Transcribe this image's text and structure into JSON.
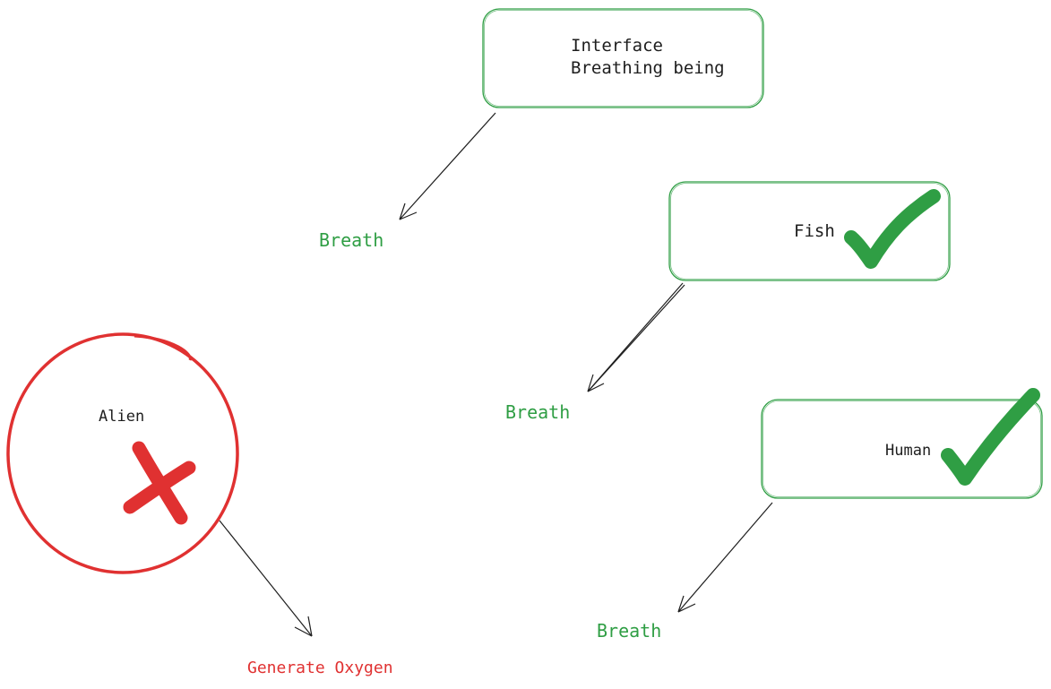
{
  "colors": {
    "green": "#2f9e44",
    "red": "#e03131",
    "ink": "#1e1e1e"
  },
  "nodes": {
    "interface": {
      "line1": "Interface",
      "line2": "Breathing being"
    },
    "fish": {
      "label": "Fish",
      "status_icon": "checkmark-icon"
    },
    "human": {
      "label": "Human",
      "status_icon": "checkmark-icon"
    },
    "alien": {
      "label": "Alien",
      "status_icon": "cross-icon"
    }
  },
  "edge_labels": {
    "interface_method": "Breath",
    "fish_method": "Breath",
    "human_method": "Breath",
    "alien_method": "Generate Oxygen"
  }
}
